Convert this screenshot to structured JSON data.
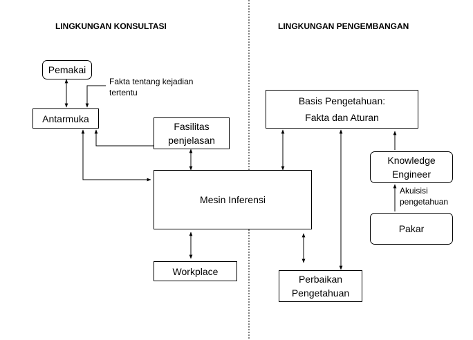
{
  "headings": {
    "left": "LINGKUNGAN KONSULTASI",
    "right": "LINGKUNGAN PENGEMBANGAN"
  },
  "nodes": {
    "pemakai": "Pemakai",
    "antarmuka": "Antarmuka",
    "fasilitas_line1": "Fasilitas",
    "fasilitas_line2": "penjelasan",
    "mesin": "Mesin Inferensi",
    "workplace": "Workplace",
    "basis_line1": "Basis Pengetahuan:",
    "basis_line2": "Fakta dan Aturan",
    "knowledge_line1": "Knowledge",
    "knowledge_line2": "Engineer",
    "pakar": "Pakar",
    "perbaikan_line1": "Perbaikan",
    "perbaikan_line2": "Pengetahuan"
  },
  "annotations": {
    "fakta_line1": "Fakta tentang kejadian",
    "fakta_line2": "tertentu",
    "akuisisi_line1": "Akuisisi",
    "akuisisi_line2": "pengetahuan"
  },
  "colors": {
    "line": "#000000",
    "background": "#ffffff"
  }
}
